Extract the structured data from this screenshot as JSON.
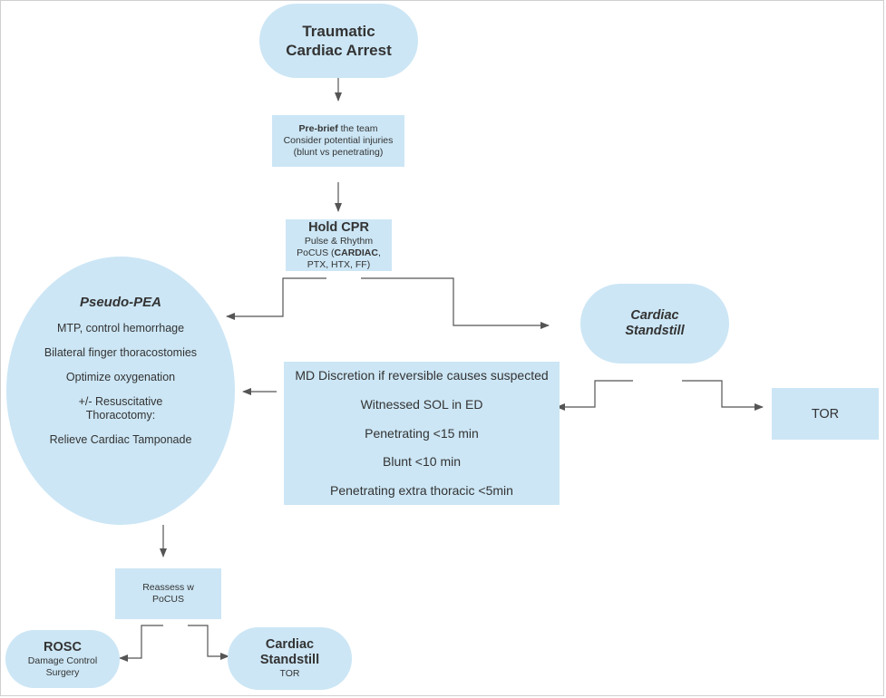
{
  "diagram": {
    "nodes": {
      "start": {
        "line1": "Traumatic",
        "line2": "Cardiac Arrest"
      },
      "prebrief": {
        "bold": "Pre-brief",
        "rest": " the team",
        "line2": "Consider potential injuries",
        "line3": "(blunt vs penetrating)"
      },
      "hold_cpr": {
        "title": "Hold CPR",
        "line1": "Pulse & Rhythm",
        "line2_pre": "PoCUS (",
        "line2_bold": "CARDIAC",
        "line2_post": ",",
        "line3": "PTX, HTX, FF)"
      },
      "pseudo_pea": {
        "title": "Pseudo-PEA",
        "items": [
          "MTP, control hemorrhage",
          "Bilateral finger thoracostomies",
          "Optimize oxygenation",
          "+/- Resuscitative",
          "Thoracotomy:",
          "Relieve Cardiac Tamponade"
        ]
      },
      "cardiac_standstill": {
        "line1": "Cardiac",
        "line2": "Standstill"
      },
      "md_discretion": {
        "items": [
          "MD Discretion if reversible causes suspected",
          "Witnessed SOL in ED",
          "Penetrating <15 min",
          "Blunt <10 min",
          "Penetrating extra thoracic <5min"
        ]
      },
      "tor": {
        "label": "TOR"
      },
      "reassess": {
        "line1": "Reassess w",
        "line2": "PoCUS"
      },
      "rosc": {
        "title": "ROSC",
        "line1": "Damage Control",
        "line2": "Surgery"
      },
      "standstill_tor": {
        "line1": "Cardiac",
        "line2": "Standstill",
        "line3": "TOR"
      }
    },
    "edges": [
      {
        "from": "start",
        "to": "prebrief"
      },
      {
        "from": "prebrief",
        "to": "hold_cpr"
      },
      {
        "from": "hold_cpr",
        "to": "pseudo_pea"
      },
      {
        "from": "hold_cpr",
        "to": "cardiac_standstill"
      },
      {
        "from": "cardiac_standstill",
        "to": "md_discretion"
      },
      {
        "from": "cardiac_standstill",
        "to": "tor"
      },
      {
        "from": "md_discretion",
        "to": "pseudo_pea"
      },
      {
        "from": "pseudo_pea",
        "to": "reassess"
      },
      {
        "from": "reassess",
        "to": "rosc"
      },
      {
        "from": "reassess",
        "to": "standstill_tor"
      }
    ],
    "colors": {
      "node_fill": "#cce6f5",
      "line": "#555555",
      "text": "#333333"
    }
  }
}
